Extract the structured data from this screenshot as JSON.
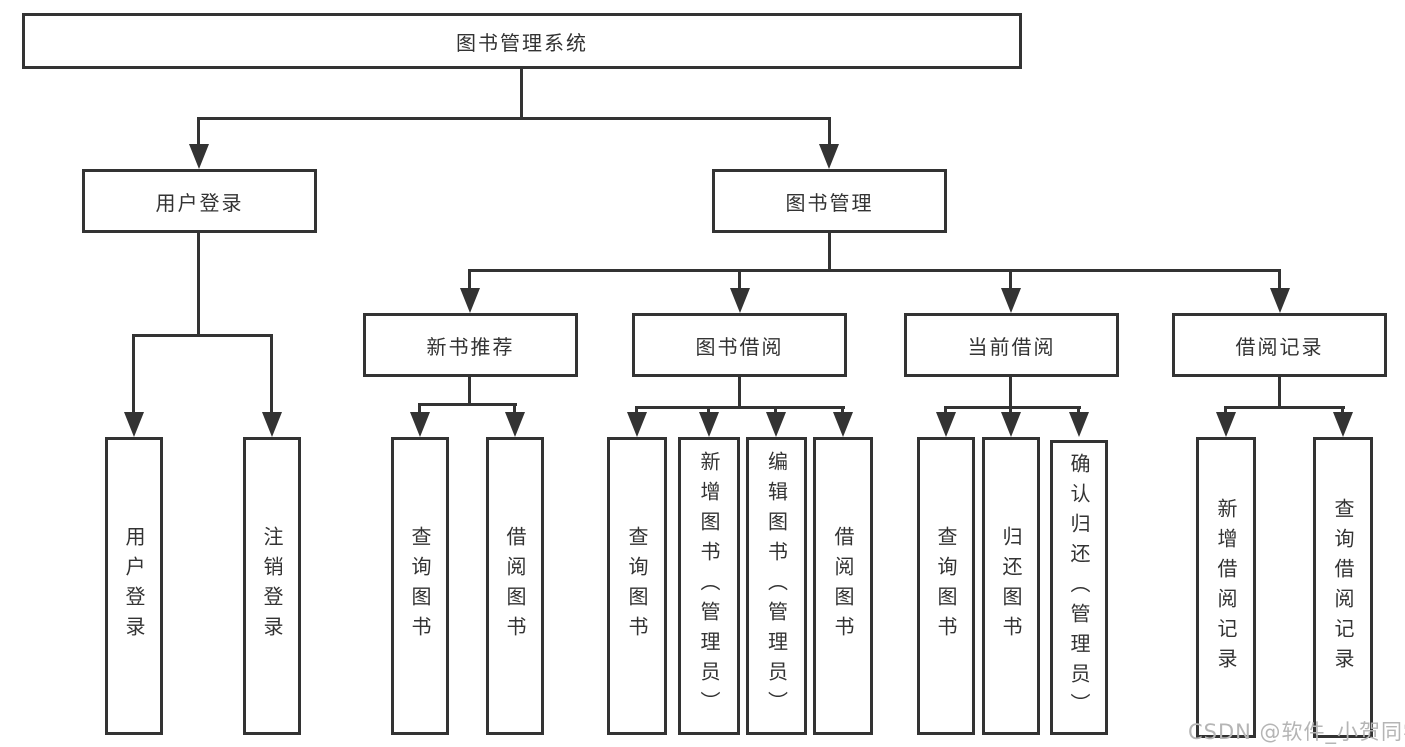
{
  "tree": {
    "label": "图书管理系统",
    "children": [
      {
        "label": "用户登录",
        "children": [
          {
            "label": "用户登录"
          },
          {
            "label": "注销登录"
          }
        ]
      },
      {
        "label": "图书管理",
        "children": [
          {
            "label": "新书推荐",
            "children": [
              {
                "label": "查询图书"
              },
              {
                "label": "借阅图书"
              }
            ]
          },
          {
            "label": "图书借阅",
            "children": [
              {
                "label": "查询图书"
              },
              {
                "label": "新增图书（管理员）"
              },
              {
                "label": "编辑图书（管理员）"
              },
              {
                "label": "借阅图书"
              }
            ]
          },
          {
            "label": "当前借阅",
            "children": [
              {
                "label": "查询图书"
              },
              {
                "label": "归还图书"
              },
              {
                "label": "确认归还（管理员）"
              }
            ]
          },
          {
            "label": "借阅记录",
            "children": [
              {
                "label": "新增借阅记录"
              },
              {
                "label": "查询借阅记录"
              }
            ]
          }
        ]
      }
    ]
  },
  "watermark": {
    "text": "CSDN @软件_小贺同学"
  },
  "colors": {
    "line": "#333333",
    "box_background": "#ffffff",
    "text": "#333333",
    "watermark": "#b5b5b5"
  }
}
